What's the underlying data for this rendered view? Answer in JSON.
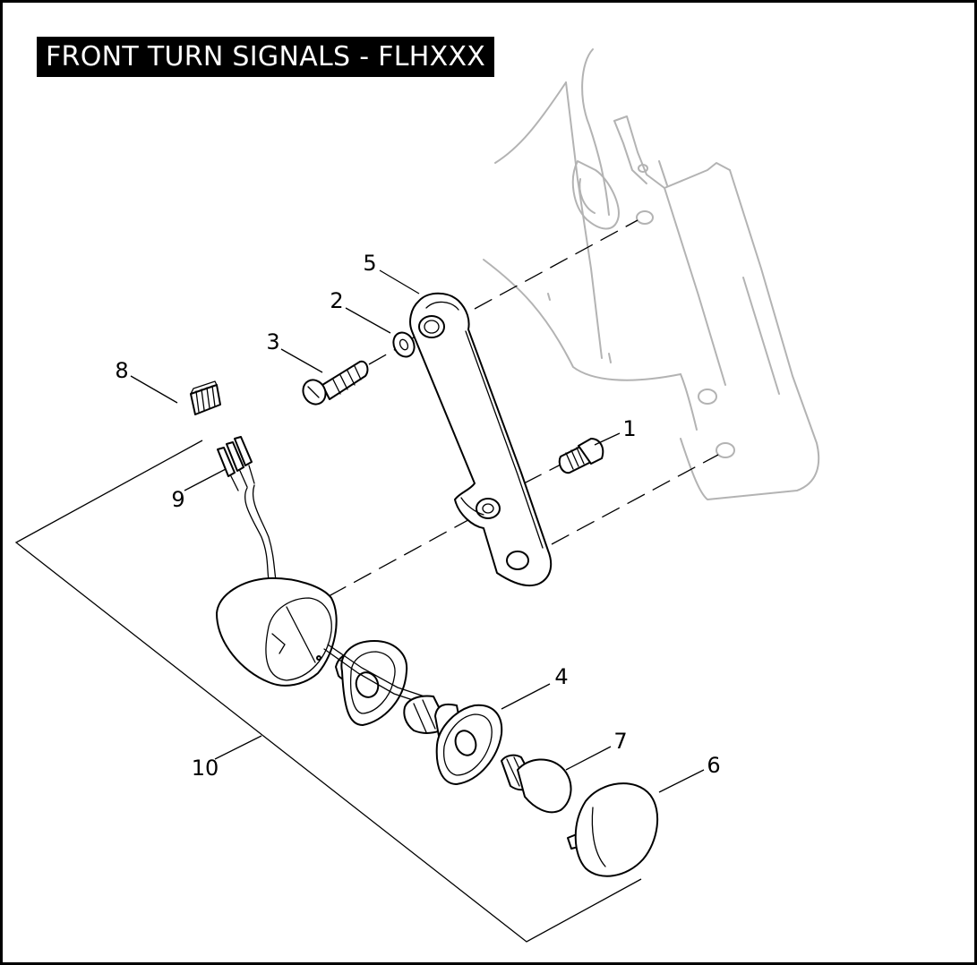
{
  "title": "FRONT TURN SIGNALS - FLHXXX",
  "callouts": {
    "c1": "1",
    "c2": "2",
    "c3": "3",
    "c4": "4",
    "c5": "5",
    "c6": "6",
    "c7": "7",
    "c8": "8",
    "c9": "9",
    "c10": "10"
  },
  "colors": {
    "frame": "#000000",
    "title_background": "#000000",
    "title_text": "#ffffff",
    "background_part": "#b3b3b3"
  }
}
